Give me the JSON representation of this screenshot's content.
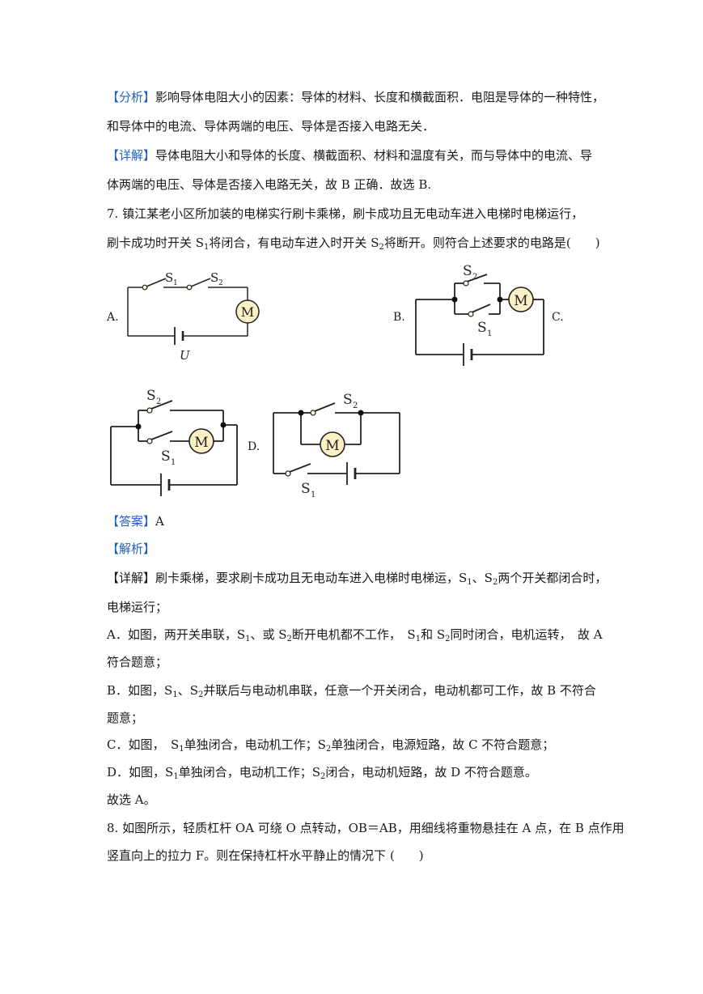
{
  "analysis": {
    "tag": "【分析】",
    "line1": "影响导体电阻大小的因素：导体的材料、长度和横截面积．电阻是导体的一种特性，",
    "line2": "和导体中的电流、导体两端的电压、导体是否接入电路无关．"
  },
  "detail6": {
    "tag": "【详解】",
    "line1": "导体电阻大小和导体的长度、横截面积、材料和温度有关，而与导体中的电流、导",
    "line2": "体两端的电压、导体是否接入电路无关，故 B 正确．故选 B."
  },
  "q7": {
    "line1": "7.  镇江某老小区所加装的电梯实行刷卡乘梯，刷卡成功且无电动车进入电梯时电梯运行，",
    "line2_a": "刷卡成功时开关 S",
    "line2_b": "将闭合，有电动车进入时开关 S",
    "line2_c": "将断开。则符合上述要求的电路是(　　)",
    "sub1": "1",
    "sub2": "2"
  },
  "options": {
    "a": "A.",
    "b": "B.",
    "c": "C.",
    "d": "D."
  },
  "diagram": {
    "s": "S",
    "n1": "1",
    "n2": "2",
    "motor": "M",
    "u": "U"
  },
  "answer": {
    "tag": "【答案】",
    "value": "A"
  },
  "explain": {
    "tag": "【解析】"
  },
  "detail7": {
    "tag": "【详解】",
    "line1_a": "刷卡乘梯，要求刷卡成功且无电动车进入电梯时电梯运，S",
    "line1_b": "、S",
    "line1_c": "两个开关都闭合时，",
    "line2": "电梯运行；",
    "a1_a": "A．如图，两开关串联，S",
    "a1_b": "、或 S",
    "a1_c": "断开电机都不工作，　S",
    "a1_d": "和 S",
    "a1_e": "同时闭合，电机运转，　故 A",
    "a2": "符合题意；",
    "b1_a": "B．如图，S",
    "b1_b": "、S",
    "b1_c": "并联后与电动机串联，任意一个开关闭合，电动机都可工作，故 B 不符合",
    "b2": "题意；",
    "c1_a": "C．如图，　S",
    "c1_b": "单独闭合，电动机工作；S",
    "c1_c": "单独闭合，电源短路，故 C 不符合题意；",
    "d1_a": "D．如图，S",
    "d1_b": "单独闭合，电动机工作；S",
    "d1_c": "闭合，电动机短路，故 D 不符合题意。",
    "final": "故选 A。"
  },
  "q8": {
    "line1": "8.  如图所示，轻质杠杆 OA 可绕 O 点转动，OB＝AB，用细线将重物悬挂在 A 点，在 B 点作用",
    "line2": "竖直向上的拉力 F。则在保持杠杆水平静止的情况下 (　　)"
  }
}
